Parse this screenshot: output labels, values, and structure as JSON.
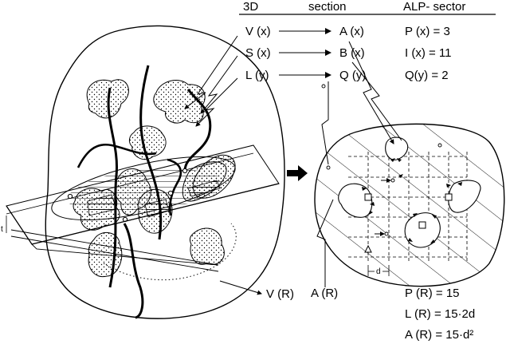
{
  "header": {
    "col_3d": "3D",
    "col_section": "section",
    "col_alp": "ALP- sector"
  },
  "rows": [
    {
      "left": "V (x)",
      "mid": "A (x)",
      "right": "P (x) = 3"
    },
    {
      "left": "S (x)",
      "mid": "B (x)",
      "right": "I (x) = 11"
    },
    {
      "left": "L (y)",
      "mid": "Q (y)",
      "right": "Q(y) = 2"
    }
  ],
  "labels": {
    "t": "t",
    "volume": "V (R)",
    "area": "A (R)",
    "spacing": "d"
  },
  "results": {
    "points": "P (R) = 15",
    "length": "L (R) = 15·2d",
    "area": "A (R) = 15·d²"
  }
}
